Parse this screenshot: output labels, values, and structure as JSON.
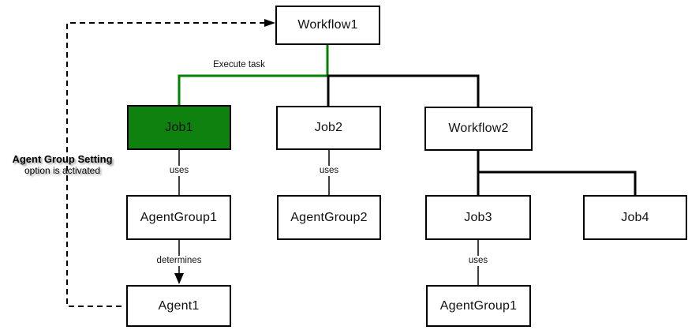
{
  "diagram": {
    "nodes": {
      "workflow1": {
        "label": "Workflow1",
        "highlighted": false
      },
      "job1": {
        "label": "Job1",
        "highlighted": true
      },
      "job2": {
        "label": "Job2",
        "highlighted": false
      },
      "workflow2": {
        "label": "Workflow2",
        "highlighted": false
      },
      "agentgroup1": {
        "label": "AgentGroup1",
        "highlighted": false
      },
      "agentgroup2": {
        "label": "AgentGroup2",
        "highlighted": false
      },
      "job3": {
        "label": "Job3",
        "highlighted": false
      },
      "job4": {
        "label": "Job4",
        "highlighted": false
      },
      "agent1": {
        "label": "Agent1",
        "highlighted": false
      },
      "agentgroup1b": {
        "label": "AgentGroup1",
        "highlighted": false
      }
    },
    "edges": [
      {
        "from": "Workflow1",
        "to": "Job1",
        "label": "Execute task",
        "style": "highlight"
      },
      {
        "from": "Workflow1",
        "to": "Job2",
        "label": "",
        "style": "thick"
      },
      {
        "from": "Workflow1",
        "to": "Workflow2",
        "label": "",
        "style": "thick"
      },
      {
        "from": "Job1",
        "to": "AgentGroup1",
        "label": "uses",
        "style": "thin"
      },
      {
        "from": "Job2",
        "to": "AgentGroup2",
        "label": "uses",
        "style": "thin"
      },
      {
        "from": "AgentGroup1",
        "to": "Agent1",
        "label": "determines",
        "style": "thin-arrow"
      },
      {
        "from": "Workflow2",
        "to": "Job3",
        "label": "",
        "style": "thick"
      },
      {
        "from": "Workflow2",
        "to": "Job4",
        "label": "",
        "style": "thick"
      },
      {
        "from": "Job3",
        "to": "AgentGroup1",
        "label": "uses",
        "style": "thin"
      },
      {
        "from": "annotation",
        "to": "Workflow1",
        "label": "",
        "style": "dashed-arrow"
      },
      {
        "from": "annotation",
        "to": "Agent1",
        "label": "",
        "style": "dashed"
      }
    ],
    "annotation": {
      "line1": "Agent Group Setting",
      "line2": "option is activated"
    },
    "colors": {
      "highlighted_node_fill": "#0e810e",
      "highlight_connector": "#008200",
      "connector": "#000000",
      "node_border": "#000000",
      "background": "#ffffff",
      "annotation_shadow": "#9c9c9c"
    }
  }
}
